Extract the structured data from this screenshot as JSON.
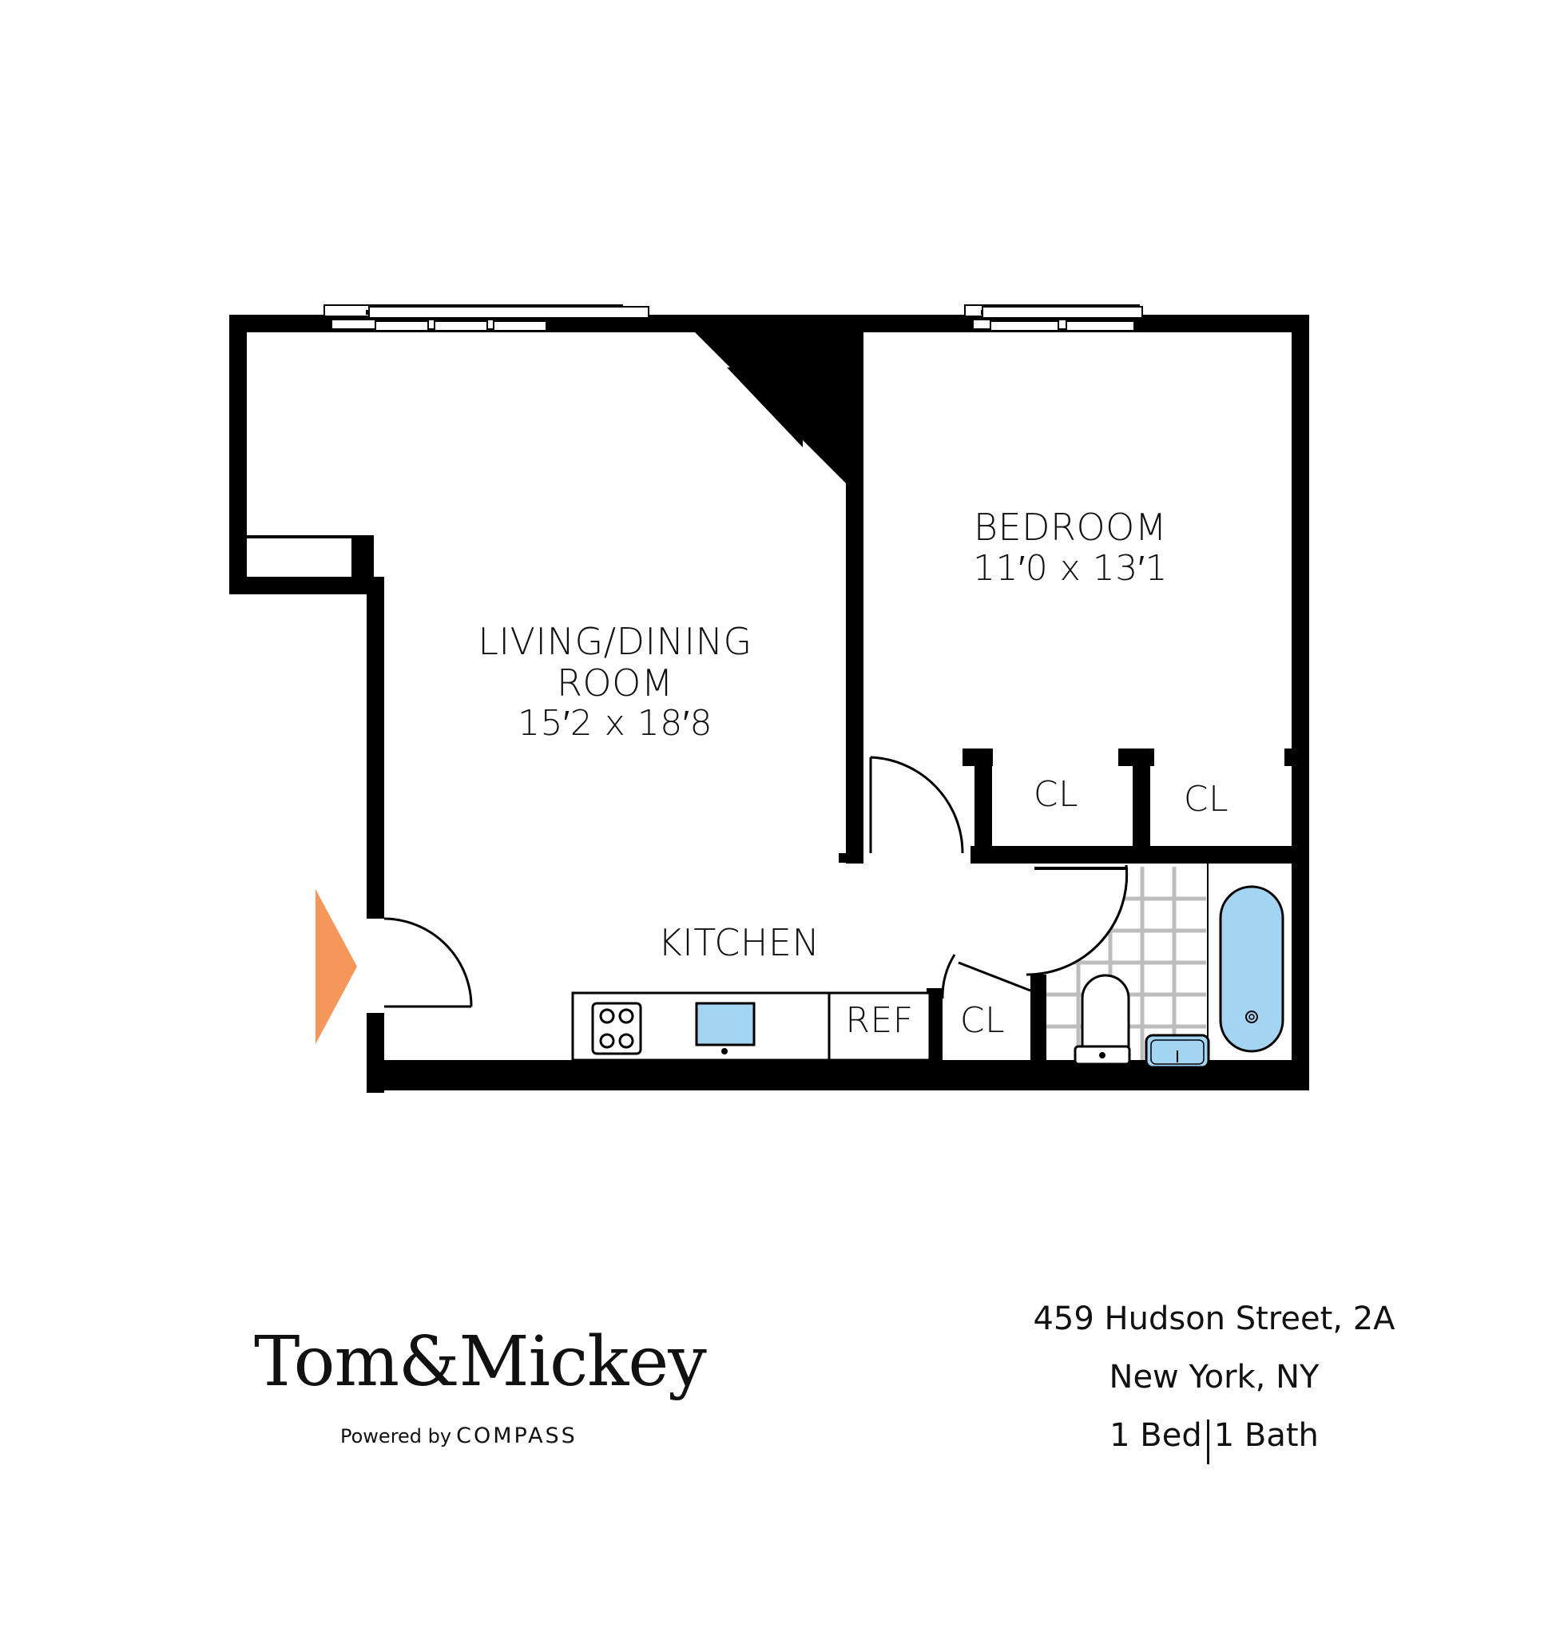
{
  "floorplan": {
    "rooms": [
      {
        "id": "living",
        "name_line1": "LIVING/DINING",
        "name_line2": "ROOM",
        "dimensions": "15′2 x 18′8"
      },
      {
        "id": "bedroom",
        "name": "BEDROOM",
        "dimensions": "11′0 x 13′1"
      },
      {
        "id": "kitchen",
        "name": "KITCHEN"
      }
    ],
    "closets": {
      "bedroom_left": "CL",
      "bedroom_right": "CL",
      "hall": "CL"
    },
    "appliances": {
      "refrigerator": "REF",
      "stove": "stove-icon",
      "sink": "kitchen-sink-icon"
    },
    "bathroom_fixtures": [
      "toilet-icon",
      "bathroom-sink-icon",
      "bathtub-icon"
    ],
    "entry_marker_color": "#F5975A",
    "fixture_color": "#A3D4F2",
    "tile_color": "#BDBDBD",
    "wall_color": "#000000"
  },
  "branding": {
    "logo": "Tom&Mickey",
    "powered_by": "Powered by",
    "partner": "COMPASS"
  },
  "listing": {
    "address": "459 Hudson Street, 2A",
    "city": "New York, NY",
    "beds": "1 Bed",
    "baths": "1 Bath"
  }
}
